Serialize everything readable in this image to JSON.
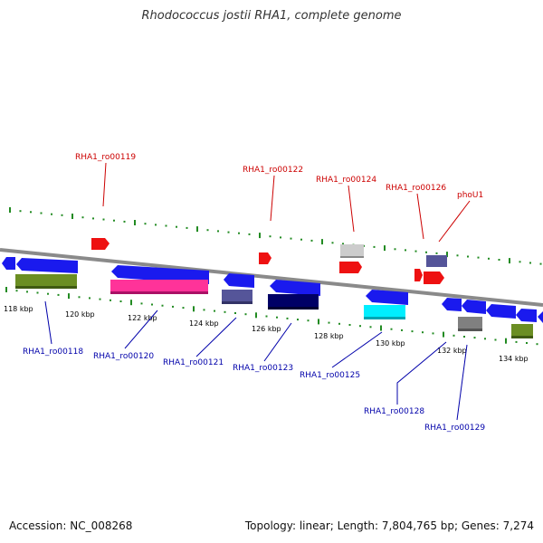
{
  "title": "Rhodococcus jostii RHA1, complete genome",
  "footer": {
    "accession": "Accession: NC_008268",
    "summary": "Topology: linear; Length: 7,804,765 bp; Genes: 7,274"
  },
  "colors": {
    "backbone": "#888888",
    "forward_label": "#cc0000",
    "reverse_label": "#0000aa",
    "tick": "#228b22"
  },
  "scale_ticks": [
    "118 kbp",
    "120 kbp",
    "122 kbp",
    "124 kbp",
    "126 kbp",
    "128 kbp",
    "130 kbp",
    "132 kbp",
    "134 kbp"
  ],
  "forward_genes": [
    {
      "name": "RHA1_ro00119"
    },
    {
      "name": "RHA1_ro00122"
    },
    {
      "name": "RHA1_ro00124"
    },
    {
      "name": "RHA1_ro00126"
    },
    {
      "name": "phoU1"
    }
  ],
  "reverse_genes": [
    {
      "name": "RHA1_ro00118"
    },
    {
      "name": "RHA1_ro00120"
    },
    {
      "name": "RHA1_ro00121"
    },
    {
      "name": "RHA1_ro00123"
    },
    {
      "name": "RHA1_ro00125"
    },
    {
      "name": "RHA1_ro00128"
    },
    {
      "name": "RHA1_ro00129"
    }
  ]
}
